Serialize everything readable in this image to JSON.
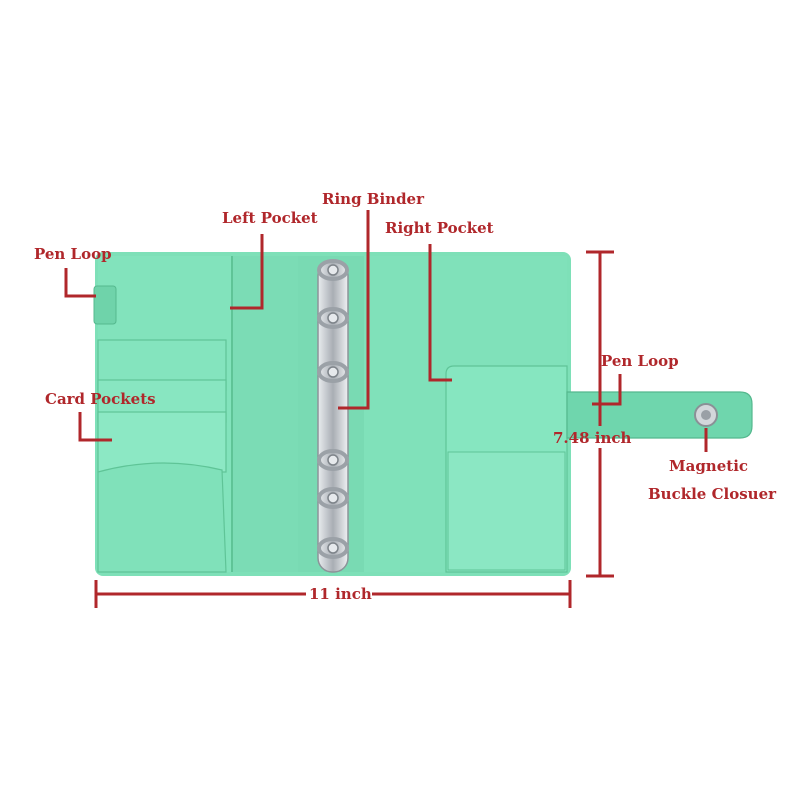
{
  "colors": {
    "binder_green": "#7ee0b8",
    "binder_green_dark": "#62c99d",
    "binder_green_light": "#8fe8c4",
    "annotation_red": "#b0272b",
    "ring_silver": "#c8cdd2"
  },
  "labels": {
    "pen_loop_left": "Pen Loop",
    "left_pocket": "Left Pocket",
    "ring_binder": "Ring Binder",
    "right_pocket": "Right Pocket",
    "card_pockets": "Card Pockets",
    "pen_loop_right": "Pen Loop",
    "height": "7.48 inch",
    "magnetic": "Magnetic",
    "buckle_closure": "Buckle Closuer",
    "width": "11 inch"
  }
}
